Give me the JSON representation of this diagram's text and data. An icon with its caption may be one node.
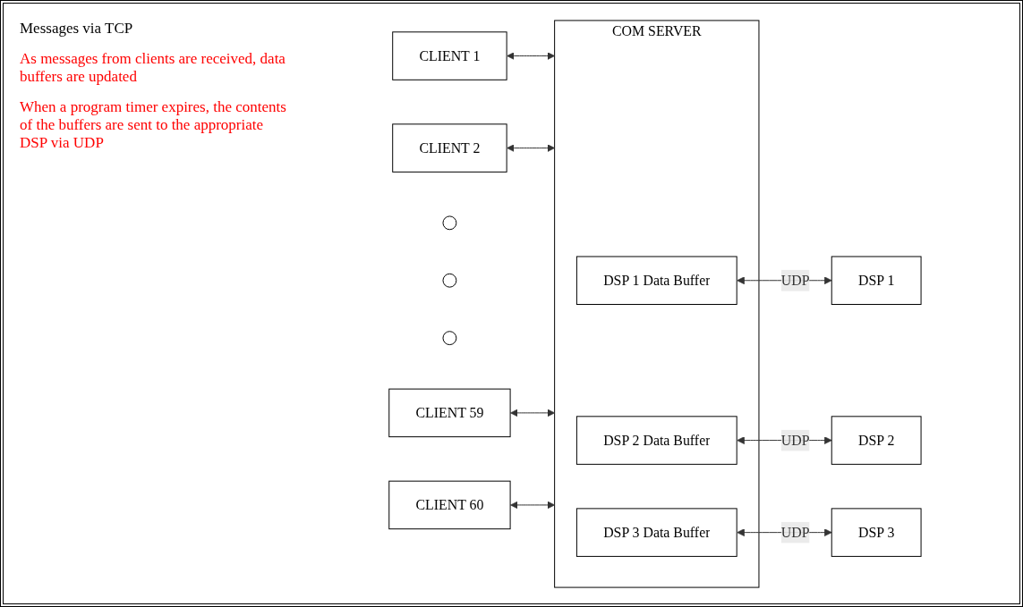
{
  "diagram": {
    "nodes": [
      {
        "text": [
          "CLIENT 1"
        ]
      },
      {
        "text": [
          "CLIENT 2"
        ]
      },
      {
        "text": [],
        "shape": "circle"
      },
      {
        "text": [],
        "shape": "circle"
      },
      {
        "text": [],
        "shape": "circle"
      },
      {
        "text": [
          "CLIENT 59"
        ]
      },
      {
        "text": [
          "CLIENT 60"
        ]
      },
      {
        "text": [
          "COM SERVER"
        ]
      },
      {
        "text": [
          "DSP 1 Data Buffer"
        ],
        "in": 7
      },
      {
        "text": [
          "DSP 2 Data Buffer"
        ],
        "in": 7
      },
      {
        "text": [
          "DSP 3 Data Buffer"
        ],
        "in": 7
      },
      {
        "text": [
          "DSP 1"
        ]
      },
      {
        "text": [
          "DSP 2"
        ]
      },
      {
        "text": [
          "DSP 3"
        ]
      }
    ],
    "edges": [
      {
        "from": 0,
        "to": 7,
        "arrow": "both"
      },
      {
        "from": 1,
        "to": 7,
        "arrow": "both"
      },
      {
        "from": 5,
        "to": 7,
        "arrow": "both"
      },
      {
        "from": 6,
        "to": 7,
        "arrow": "both"
      },
      {
        "from": 8,
        "to": 11,
        "arrow": "both",
        "label": "UDP"
      },
      {
        "from": 9,
        "to": 12,
        "arrow": "both",
        "label": "UDP"
      },
      {
        "from": 10,
        "to": 13,
        "arrow": "both",
        "label": "UDP"
      }
    ],
    "labels": [
      "Messages via TCP",
      "As messages from clients are received, data buffers are updated",
      "When a program timer expires, the contents of the buffers are sent to the appropriate DSP via UDP"
    ]
  }
}
